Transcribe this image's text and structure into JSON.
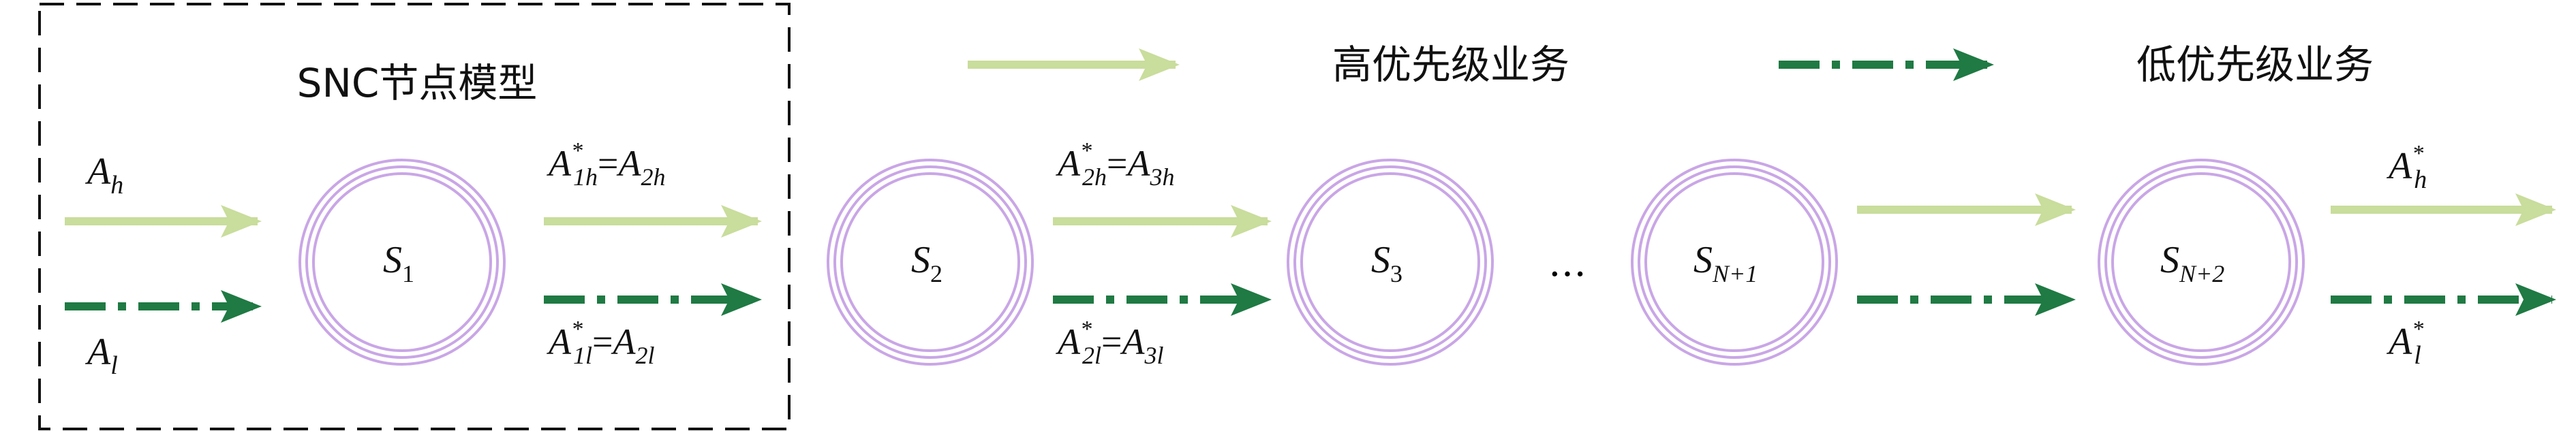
{
  "colors": {
    "high": "#c9dd9c",
    "low": "#1f7a43",
    "ring": "#c9a6e6",
    "box": "#111111"
  },
  "legend": {
    "high_label": "高优先级业务",
    "low_label": "低优先级业务"
  },
  "box": {
    "title": "SNC节点模型"
  },
  "inputs": {
    "high": {
      "sym": "A",
      "sub": "h"
    },
    "low": {
      "sym": "A",
      "sub": "l"
    }
  },
  "nodes": [
    {
      "sym": "S",
      "sub": "1"
    },
    {
      "sym": "S",
      "sub": "2"
    },
    {
      "sym": "S",
      "sub": "3"
    },
    {
      "sym": "S",
      "sub": "N+1"
    },
    {
      "sym": "S",
      "sub": "N+2"
    }
  ],
  "ellipsis": "…",
  "links": [
    {
      "high": {
        "lhs_sub": "1h",
        "rhs_sub": "2h"
      },
      "low": {
        "lhs_sub": "1l",
        "rhs_sub": "2l"
      }
    },
    {
      "high": {
        "lhs_sub": "2h",
        "rhs_sub": "3h"
      },
      "low": {
        "lhs_sub": "2l",
        "rhs_sub": "3l"
      }
    }
  ],
  "outputs": {
    "high": {
      "sym": "A",
      "sup": "*",
      "sub": "h"
    },
    "low": {
      "sym": "A",
      "sup": "*",
      "sub": "l"
    }
  },
  "eq_sym": "A",
  "eq_star": "*",
  "eq_sign": "="
}
